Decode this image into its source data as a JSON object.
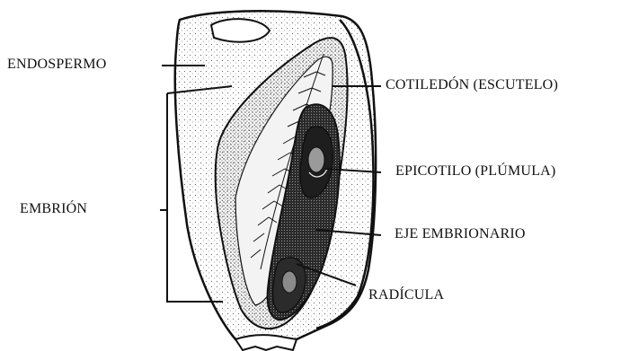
{
  "diagram": {
    "labels": {
      "endospermo": "ENDOSPERMO",
      "embrion": "EMBRIÓN",
      "cotiledon": "COTILEDÓN (ESCUTELO)",
      "epicotilo": "EPICOTILO (PLÚMULA)",
      "eje": "EJE EMBRIONARIO",
      "radicula": "RADÍCULA"
    },
    "colors": {
      "ink": "#111111",
      "background": "#ffffff",
      "stipple": "#555555"
    }
  }
}
